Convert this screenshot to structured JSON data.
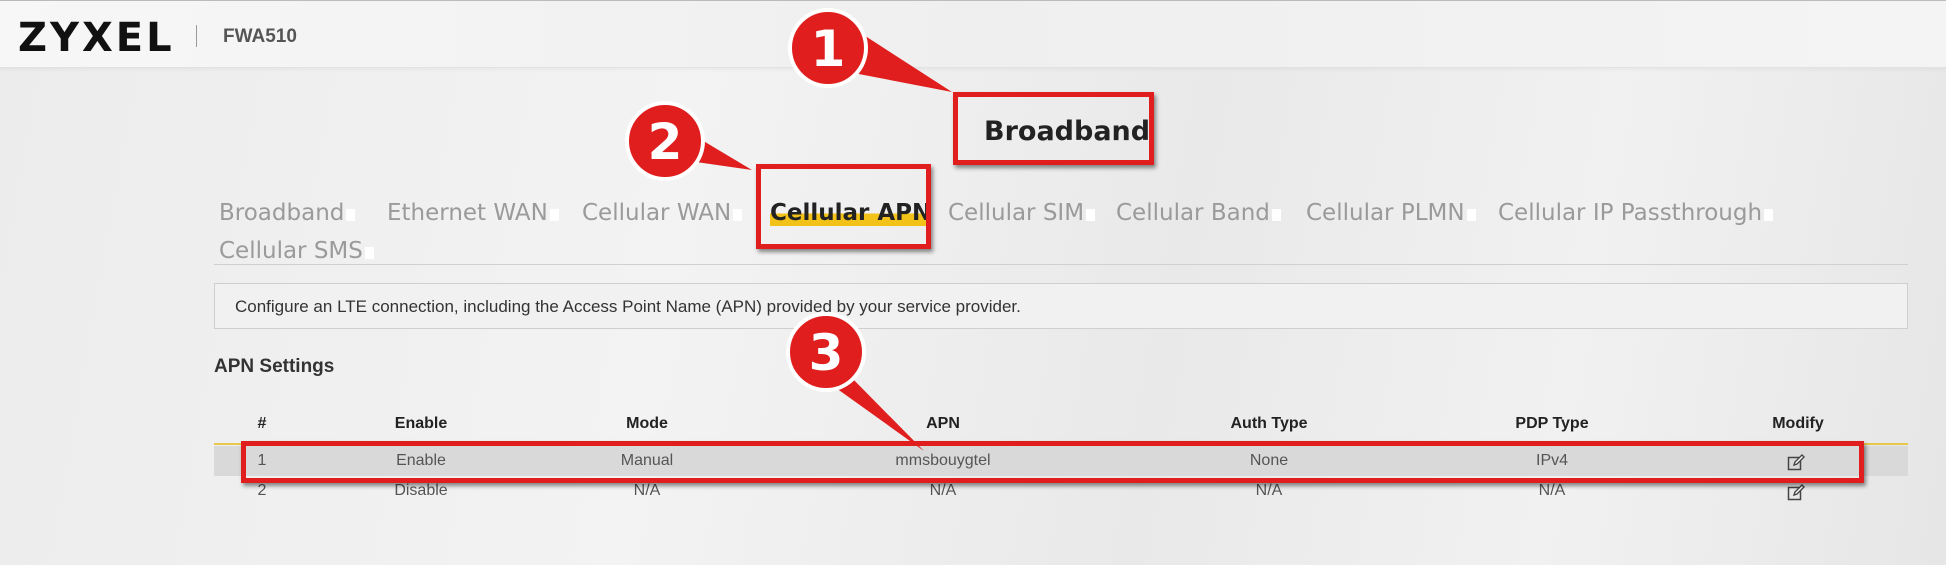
{
  "header": {
    "logo_text": "ZYXEL",
    "model": "FWA510"
  },
  "page": {
    "title": "Broadband"
  },
  "tabs": [
    {
      "label": "Broadband",
      "active": false
    },
    {
      "label": "Ethernet WAN",
      "active": false
    },
    {
      "label": "Cellular WAN",
      "active": false
    },
    {
      "label": "Cellular APN",
      "active": true
    },
    {
      "label": "Cellular SIM",
      "active": false
    },
    {
      "label": "Cellular Band",
      "active": false
    },
    {
      "label": "Cellular PLMN",
      "active": false
    },
    {
      "label": "Cellular IP Passthrough",
      "active": false
    },
    {
      "label": "Cellular SMS",
      "active": false
    }
  ],
  "description": "Configure an LTE connection, including the Access Point Name (APN) provided by your service provider.",
  "apn_settings": {
    "title": "APN Settings",
    "columns": [
      "#",
      "Enable",
      "Mode",
      "APN",
      "Auth Type",
      "PDP Type",
      "Modify"
    ],
    "rows": [
      {
        "num": "1",
        "enable": "Enable",
        "mode": "Manual",
        "apn": "mmsbouygtel",
        "auth_type": "None",
        "pdp_type": "IPv4",
        "modify_icon": "edit-icon"
      },
      {
        "num": "2",
        "enable": "Disable",
        "mode": "N/A",
        "apn": "N/A",
        "auth_type": "N/A",
        "pdp_type": "N/A",
        "modify_icon": "edit-icon"
      }
    ]
  },
  "annotations": {
    "callout_1": "1",
    "callout_2": "2",
    "callout_3": "3"
  },
  "colors": {
    "accent": "#f2c218",
    "callout_red": "#e01e1e"
  }
}
